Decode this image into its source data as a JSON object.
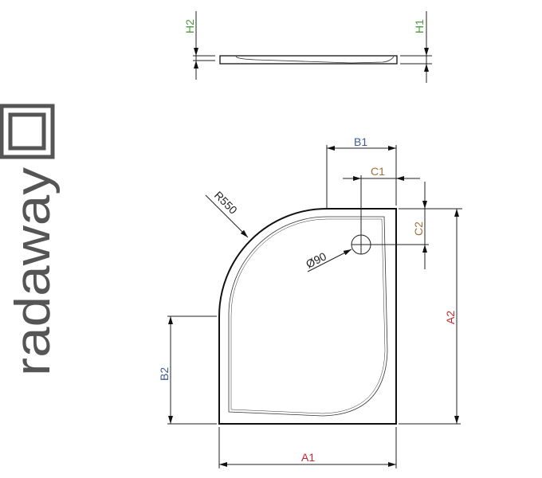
{
  "logo": {
    "text": "radaway"
  },
  "side_view": {
    "h1_label": "H1",
    "h2_label": "H2"
  },
  "top_view": {
    "a1_label": "A1",
    "a2_label": "A2",
    "b1_label": "B1",
    "b2_label": "B2",
    "c1_label": "C1",
    "c2_label": "C2",
    "radius_label": "R550",
    "drain_label": "Ø90"
  },
  "colors": {
    "a_dims": "#c8282d",
    "b_dims": "#3d5a98",
    "c_dims": "#a0703c",
    "h_dims": "#4c9a3c",
    "lines": "#222222",
    "logo": "#555555"
  }
}
